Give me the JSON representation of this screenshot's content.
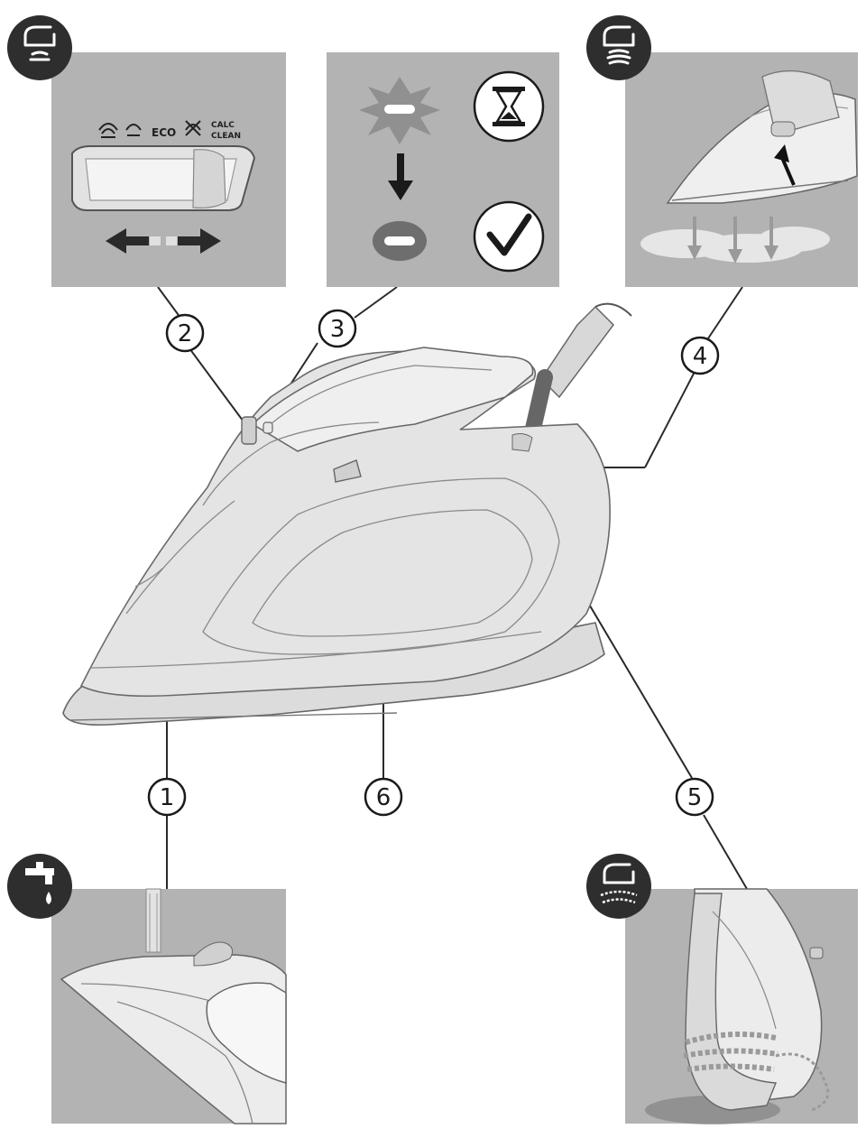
{
  "callouts": [
    {
      "id": "1",
      "label": "1"
    },
    {
      "id": "2",
      "label": "2"
    },
    {
      "id": "3",
      "label": "3"
    },
    {
      "id": "4",
      "label": "4"
    },
    {
      "id": "5",
      "label": "5"
    },
    {
      "id": "6",
      "label": "6"
    }
  ],
  "panel_steam_selector": {
    "modes": [
      "ECO"
    ],
    "calc_clean_line1": "CALC",
    "calc_clean_line2": "CLEAN",
    "icon": "steam-setting-icon"
  },
  "panel_ready_light": {
    "icons": [
      "hourglass-icon",
      "checkmark-icon"
    ]
  },
  "panel_steam_boost": {
    "icon": "steam-boost-icon"
  },
  "panel_water_fill": {
    "icon": "water-tap-icon"
  },
  "panel_cord_storage": {
    "icon": "cord-wrap-icon"
  }
}
